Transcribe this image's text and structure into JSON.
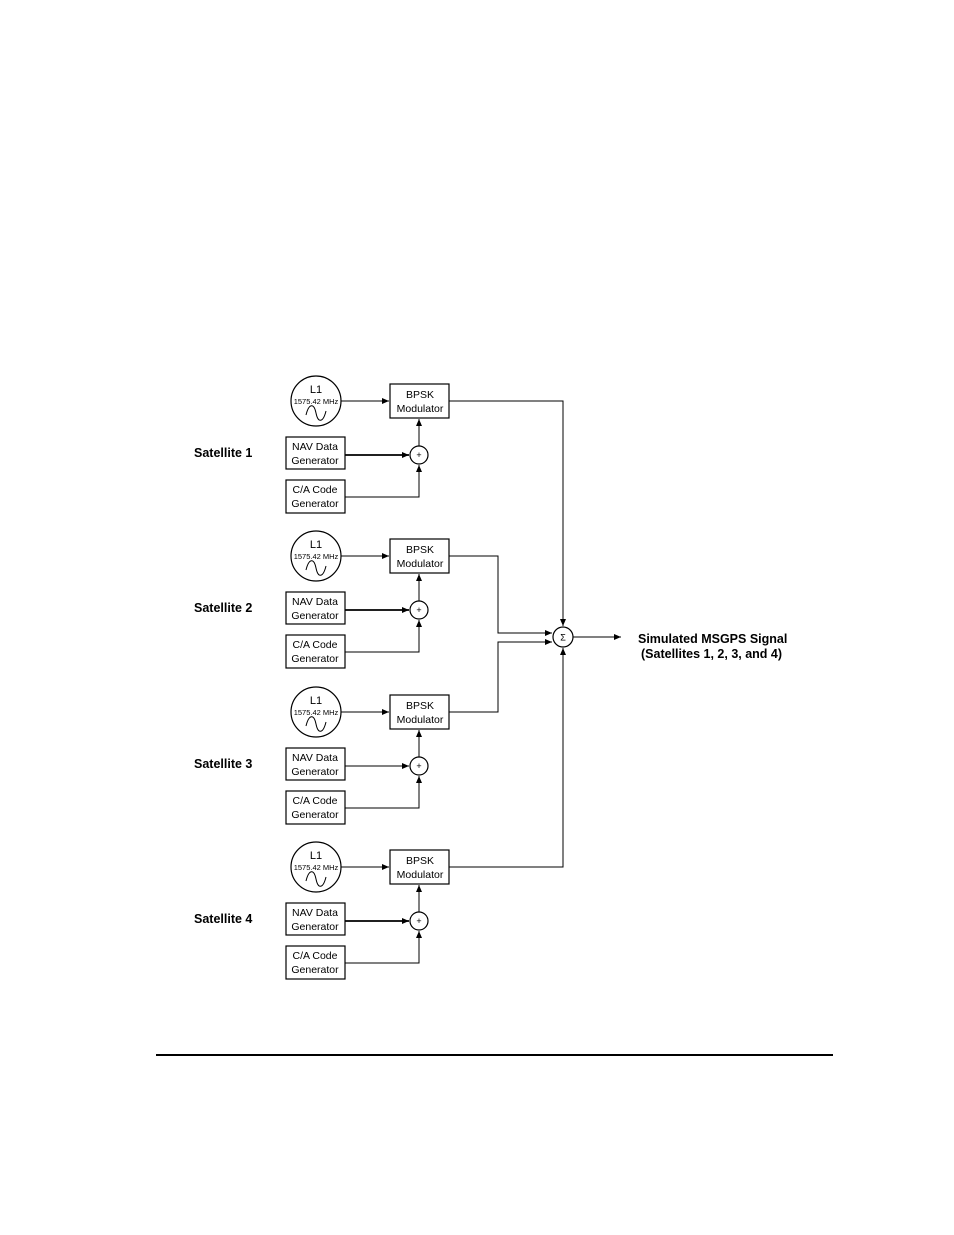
{
  "satellites": [
    {
      "label": "Satellite 1",
      "oscillator": {
        "band": "L1",
        "freq": "1575.42 MHz"
      },
      "modulator": {
        "line1": "BPSK",
        "line2": "Modulator"
      },
      "nav": {
        "line1": "NAV Data",
        "line2": "Generator"
      },
      "ca": {
        "line1": "C/A Code",
        "line2": "Generator"
      },
      "adder_symbol": "+"
    },
    {
      "label": "Satellite 2",
      "oscillator": {
        "band": "L1",
        "freq": "1575.42 MHz"
      },
      "modulator": {
        "line1": "BPSK",
        "line2": "Modulator"
      },
      "nav": {
        "line1": "NAV Data",
        "line2": "Generator"
      },
      "ca": {
        "line1": "C/A Code",
        "line2": "Generator"
      },
      "adder_symbol": "+"
    },
    {
      "label": "Satellite 3",
      "oscillator": {
        "band": "L1",
        "freq": "1575.42 MHz"
      },
      "modulator": {
        "line1": "BPSK",
        "line2": "Modulator"
      },
      "nav": {
        "line1": "NAV Data",
        "line2": "Generator"
      },
      "ca": {
        "line1": "C/A Code",
        "line2": "Generator"
      },
      "adder_symbol": "+"
    },
    {
      "label": "Satellite 4",
      "oscillator": {
        "band": "L1",
        "freq": "1575.42 MHz"
      },
      "modulator": {
        "line1": "BPSK",
        "line2": "Modulator"
      },
      "nav": {
        "line1": "NAV Data",
        "line2": "Generator"
      },
      "ca": {
        "line1": "C/A Code",
        "line2": "Generator"
      },
      "adder_symbol": "+"
    }
  ],
  "summer": {
    "symbol": "Σ"
  },
  "output": {
    "line1": "Simulated MSGPS Signal",
    "line2": "(Satellites 1, 2, 3, and 4)"
  }
}
